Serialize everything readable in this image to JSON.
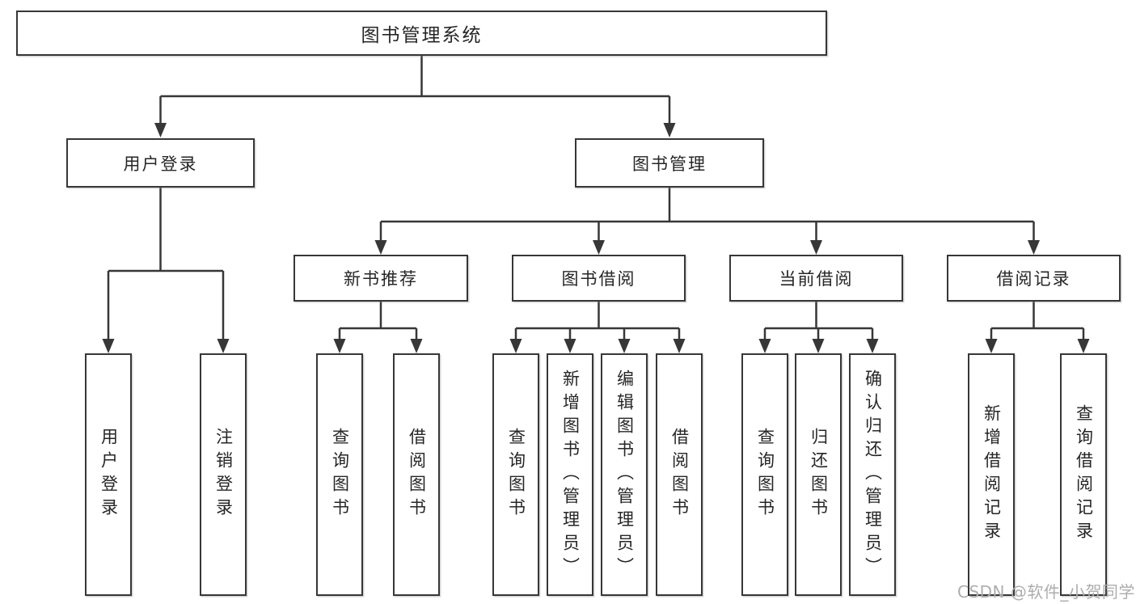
{
  "diagram": {
    "title": "图书管理系统",
    "root": {
      "label": "图书管理系统"
    },
    "level2": [
      {
        "label": "用户登录"
      },
      {
        "label": "图书管理"
      }
    ],
    "level3": [
      {
        "label": "新书推荐"
      },
      {
        "label": "图书借阅"
      },
      {
        "label": "当前借阅"
      },
      {
        "label": "借阅记录"
      }
    ],
    "leaves": {
      "user_login": [
        "用户登录",
        "注销登录"
      ],
      "new_book": [
        "查询图书",
        "借阅图书"
      ],
      "book_borrow": [
        "查询图书",
        "新增图书（管理员）",
        "编辑图书（管理员）",
        "借阅图书"
      ],
      "current_borrow": [
        "查询图书",
        "归还图书",
        "确认归还（管理员）"
      ],
      "borrow_record": [
        "新增借阅记录",
        "查询借阅记录"
      ]
    },
    "watermark": "CSDN @软件_小贺同学",
    "colors": {
      "line": "#373737",
      "text": "#262626",
      "background": "#ffffff",
      "watermark": "#adadad"
    }
  }
}
